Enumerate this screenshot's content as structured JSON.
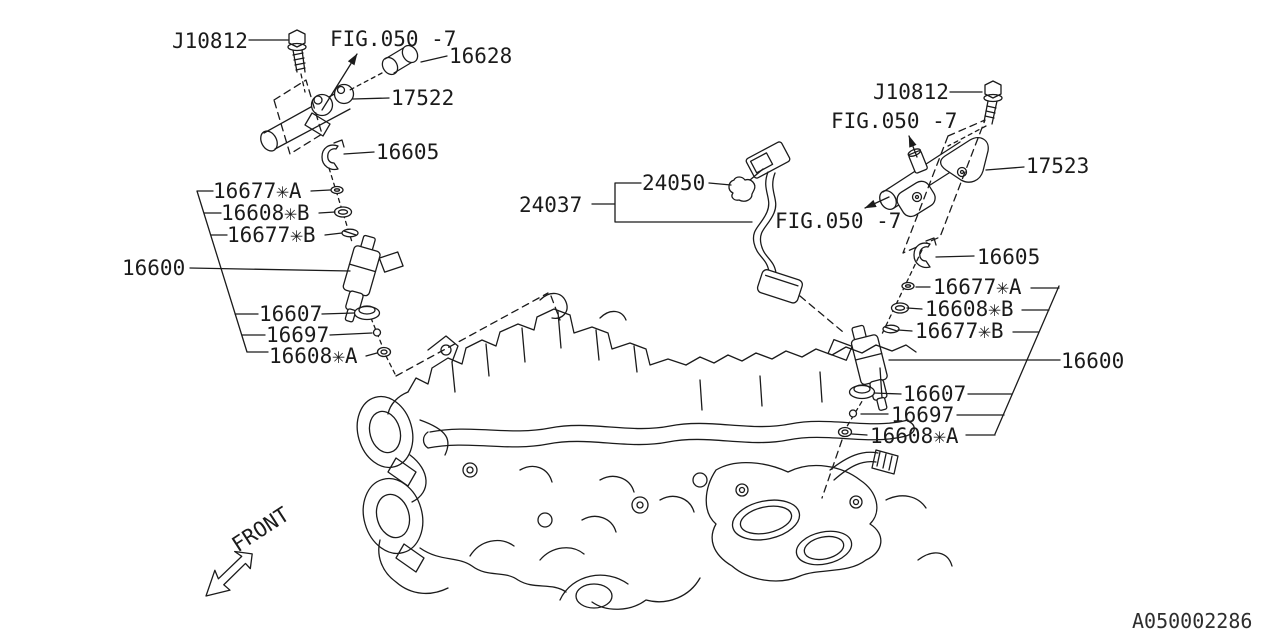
{
  "colors": {
    "background": "#ffffff",
    "line": "#1b1b1b",
    "text": "#1b1b1b"
  },
  "footer": {
    "diagram_code": "A050002286"
  },
  "orientation": {
    "front_label": "FRONT"
  },
  "callouts": {
    "left": {
      "bolt": "J10812",
      "fig_ref": "FIG.050 -7",
      "damper": "16628",
      "fuel_rail": "17522",
      "clamp": "16605",
      "seal_a": "16677✳A",
      "oring_b": "16608✳B",
      "seal_b": "16677✳B",
      "injector_assy": "16600",
      "insulator": "16607",
      "spacer": "16697",
      "oring_a": "16608✳A"
    },
    "center": {
      "pipe_assy": "24037",
      "clip": "24050",
      "fig_ref": "FIG.050 -7"
    },
    "right": {
      "bolt": "J10812",
      "fig_ref_top": "FIG.050 -7",
      "fuel_rail": "17523",
      "fig_ref_side": "FIG.050 -7",
      "clamp": "16605",
      "seal_a": "16677✳A",
      "oring_b": "16608✳B",
      "seal_b": "16677✳B",
      "injector_assy": "16600",
      "insulator": "16607",
      "spacer": "16697",
      "oring_a": "16608✳A"
    }
  }
}
